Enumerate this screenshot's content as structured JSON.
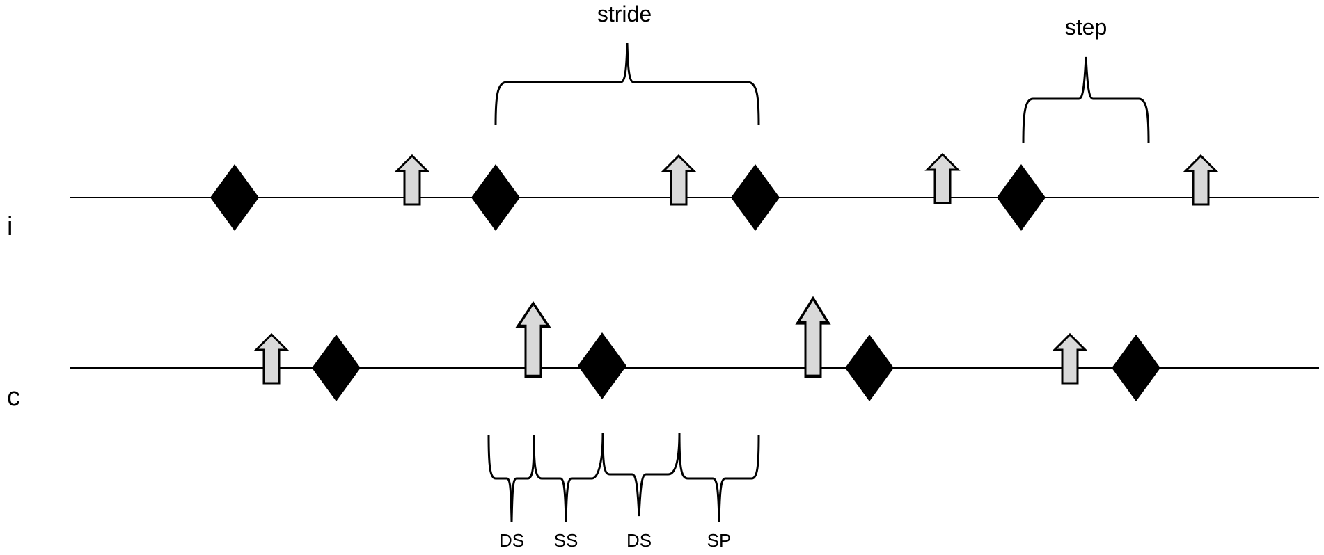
{
  "labels": {
    "stride": "stride",
    "step": "step",
    "row_i": "i",
    "row_c": "c",
    "ds1": "DS",
    "ss": "SS",
    "ds2": "DS",
    "sp": "SP"
  },
  "colors": {
    "line": "#000000",
    "diamond": "#000000",
    "arrow_fill": "#d9d9d9",
    "arrow_stroke": "#000000"
  },
  "icons": {
    "diamond": "heel-strike-diamond",
    "arrow": "toe-off-arrow"
  }
}
